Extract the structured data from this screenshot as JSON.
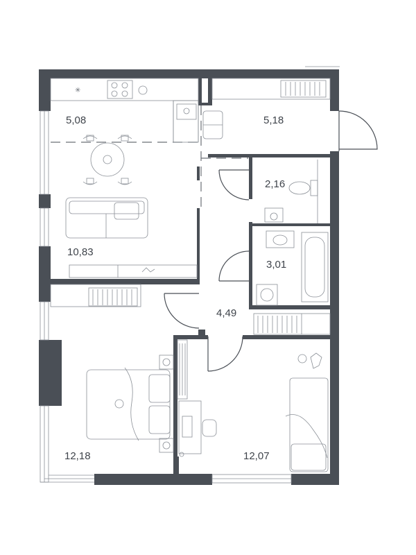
{
  "plan": {
    "rooms": [
      {
        "id": "kitchen",
        "area": "5,08"
      },
      {
        "id": "hall",
        "area": "5,18"
      },
      {
        "id": "wc",
        "area": "2,16"
      },
      {
        "id": "bathroom",
        "area": "3,01"
      },
      {
        "id": "living",
        "area": "10,83"
      },
      {
        "id": "corridor",
        "area": "4,49"
      },
      {
        "id": "bedroom",
        "area": "12,18"
      },
      {
        "id": "kids-room",
        "area": "12,07"
      }
    ],
    "colors": {
      "wall": "#4a4f56",
      "line": "#4a4f56",
      "text": "#3f444b",
      "background": "#ffffff"
    }
  }
}
